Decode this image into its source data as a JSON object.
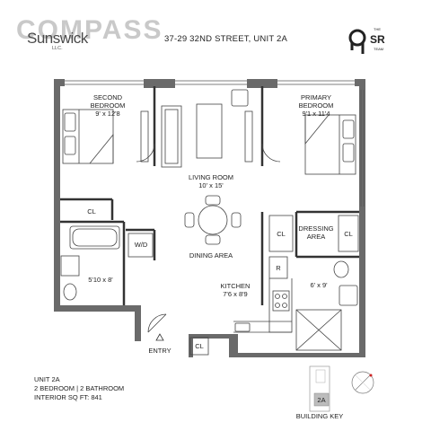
{
  "header": {
    "watermark": "COMPASS",
    "brand": "Sunswick",
    "brand_sub": "LLC.",
    "address": "37-29 32ND STREET, UNIT 2A",
    "team": {
      "the": "THE",
      "name": "SR",
      "sub": "TEAM"
    }
  },
  "rooms": {
    "second_bedroom": {
      "name_line1": "SECOND",
      "name_line2": "BEDROOM",
      "dims": "9' x 12'8"
    },
    "primary_bedroom": {
      "name_line1": "PRIMARY",
      "name_line2": "BEDROOM",
      "dims": "9'1 x 11'4"
    },
    "living_room": {
      "name": "LIVING ROOM",
      "dims": "10' x 15'"
    },
    "dining_area": {
      "name": "DINING AREA"
    },
    "kitchen": {
      "name": "KITCHEN",
      "dims": "7'6 x 8'9"
    },
    "dressing_area": {
      "name_line1": "DRESSING",
      "name_line2": "AREA"
    },
    "bath_left": {
      "dims": "5'10 x 8'"
    },
    "bath_right": {
      "dims": "6' x 9'"
    },
    "closet_label": "CL",
    "washer_dryer": "W/D",
    "refrigerator": "R",
    "entry": "ENTRY"
  },
  "info": {
    "unit": "UNIT 2A",
    "layout": "2 BEDROOM | 2 BATHROOM",
    "area": "INTERIOR SQ FT: 841"
  },
  "key": {
    "unit_label": "2A",
    "title": "BUILDING KEY"
  },
  "colors": {
    "wall": "#6a6a6a",
    "line": "#333333",
    "watermark": "#c9c9c9",
    "background": "#ffffff"
  }
}
